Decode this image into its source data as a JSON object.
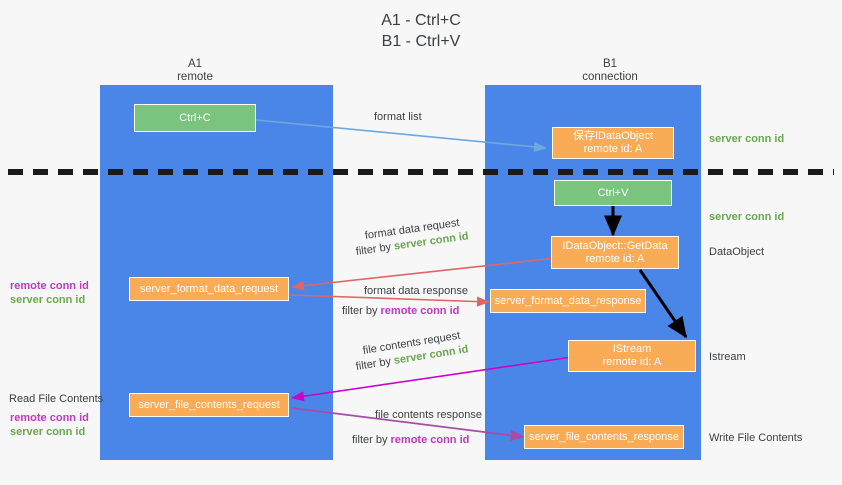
{
  "title": "A1 - Ctrl+C\nB1 - Ctrl+V",
  "lanes": [
    {
      "name": "A1",
      "sub": "remote"
    },
    {
      "name": "B1",
      "sub": "connection"
    }
  ],
  "colors": {
    "lane": "#4a86e8",
    "box_green": "#7ac47f",
    "box_orange": "#f9ab55",
    "server_conn": "#6aa84f",
    "remote_conn": "#c039c0",
    "arrow_blue": "#6fa8dc",
    "arrow_red": "#e06666",
    "arrow_magenta": "#cc00cc",
    "arrow_purple": "#a64ca6",
    "arrow_black": "#000000",
    "divider": "#1a1a1a"
  },
  "boxes": {
    "ctrl_c": {
      "line1": "Ctrl+C"
    },
    "save_idataobject": {
      "line1": "保存IDataObject",
      "line2": "remote id: A"
    },
    "ctrl_v": {
      "line1": "Ctrl+V"
    },
    "getdata": {
      "line1": "IDataObject::GetData",
      "line2": "remote id: A"
    },
    "format_data_request": {
      "line1": "server_format_data_request"
    },
    "format_data_response": {
      "line1": "server_format_data_response"
    },
    "istream": {
      "line1": "IStream",
      "line2": "remote id: A"
    },
    "file_contents_request": {
      "line1": "server_file_contents_request"
    },
    "file_contents_response": {
      "line1": "server_file_contents_response"
    }
  },
  "arrows": {
    "format_list": {
      "caption": "format list"
    },
    "format_data_request": {
      "line1": "format data request",
      "line2_prefix": "filter by ",
      "line2_keyword": "server conn id"
    },
    "format_data_response": {
      "line1": "format data response",
      "line2_prefix": "filter by ",
      "line2_keyword": "remote conn id"
    },
    "file_contents_request": {
      "line1": "file contents request",
      "line2_prefix": "filter by ",
      "line2_keyword": "server conn id"
    },
    "file_contents_response": {
      "line1": "file contents response",
      "line2_prefix": "filter by ",
      "line2_keyword": "remote conn id"
    }
  },
  "right_labels": {
    "server_conn_1": "server conn id",
    "server_conn_2": "server conn id",
    "dataobject": "DataObject",
    "istream": "Istream",
    "write_file_contents": "Write File Contents"
  },
  "left_labels": {
    "mid_remote": "remote conn id",
    "mid_server": "server conn id",
    "read_file_contents": "Read File Contents",
    "low_remote": "remote conn id",
    "low_server": "server conn id"
  }
}
